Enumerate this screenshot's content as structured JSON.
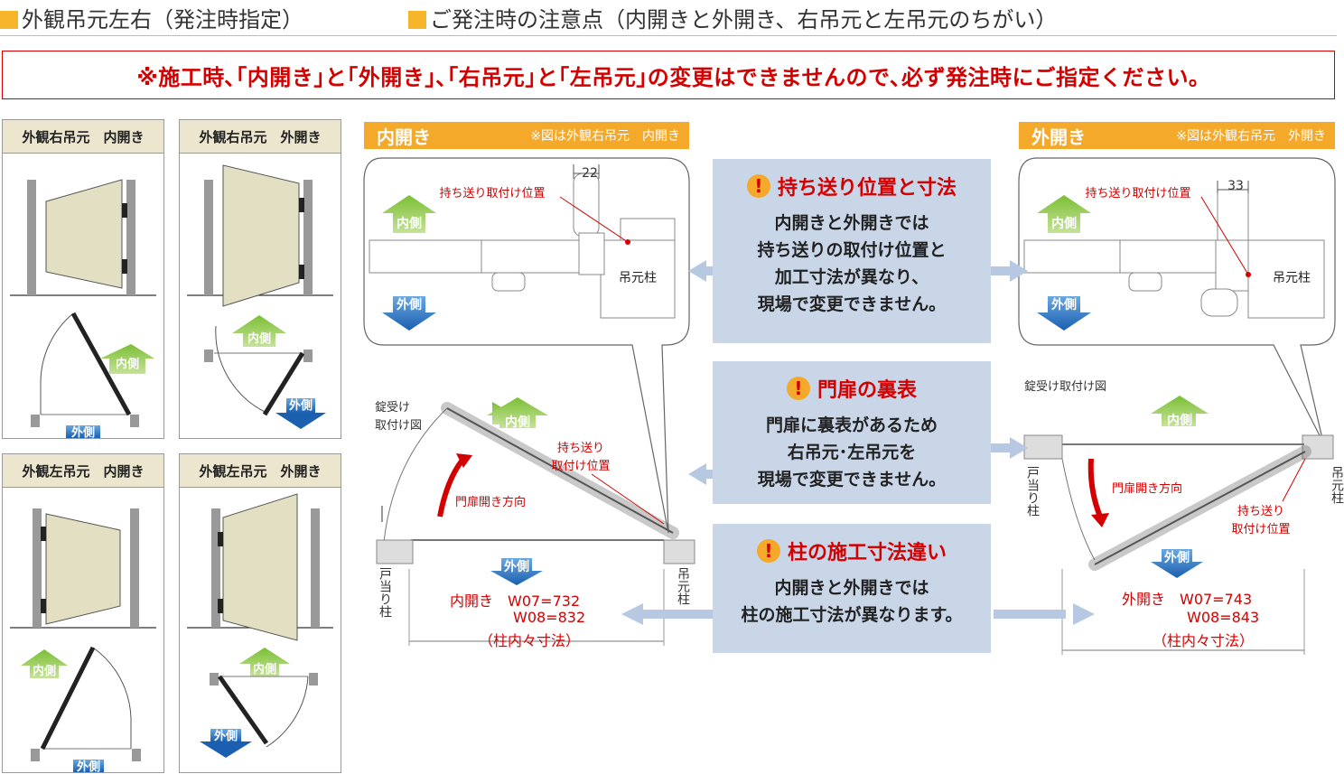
{
  "header": {
    "left_title": "外観吊元左右（発注時指定）",
    "right_title": "ご発注時の注意点（内開きと外開き、右吊元と左吊元のちがい）"
  },
  "notice": "※施工時､｢内開き｣と｢外開き｣､｢右吊元｣と｢左吊元｣の変更はできませんので､必ず発注時にご指定ください｡",
  "panels": [
    {
      "title": "外観右吊元　内開き",
      "inner": "内側",
      "outer": "外側"
    },
    {
      "title": "外観右吊元　外開き",
      "inner": "内側",
      "outer": "外側"
    },
    {
      "title": "外観左吊元　内開き",
      "inner": "内側",
      "outer": "外側"
    },
    {
      "title": "外観左吊元　外開き",
      "inner": "内側",
      "outer": "外側"
    }
  ],
  "inward": {
    "bar_title": "内開き",
    "bar_note": "※図は外観右吊元　内開き",
    "dim": "22",
    "carry_label": "持ち送り取付け位置",
    "inner": "内側",
    "outer": "外側",
    "post": "吊元柱",
    "lock_label_1": "錠受け",
    "lock_label_2": "取付け図",
    "carry_label_1": "持ち送り",
    "carry_label_2": "取付け位置",
    "direction": "門扉開き方向",
    "stop_post": "戸当り柱",
    "hinge_post": "吊元柱",
    "dims_line1": "内開き　W07=732",
    "dims_line2": "W08=832",
    "dims_line3": "（柱内々寸法）"
  },
  "outward": {
    "bar_title": "外開き",
    "bar_note": "※図は外観右吊元　外開き",
    "dim": "33",
    "carry_label": "持ち送り取付け位置",
    "inner": "内側",
    "outer": "外側",
    "post": "吊元柱",
    "lock_label": "錠受け取付け図",
    "carry_label_1": "持ち送り",
    "carry_label_2": "取付け位置",
    "direction": "門扉開き方向",
    "stop_post": "戸当り柱",
    "hinge_post": "吊元柱",
    "dims_line1": "外開き　W07=743",
    "dims_line2": "W08=843",
    "dims_line3": "（柱内々寸法）"
  },
  "info_boxes": [
    {
      "title": "持ち送り位置と寸法",
      "lines": [
        "内開きと外開きでは",
        "持ち送りの取付け位置と",
        "加工寸法が異なり、",
        "現場で変更できません。"
      ]
    },
    {
      "title": "門扉の裏表",
      "lines": [
        "門扉に裏表があるため",
        "右吊元･左吊元を",
        "現場で変更できません。"
      ]
    },
    {
      "title": "柱の施工寸法違い",
      "lines": [
        "内開きと外開きでは",
        "柱の施工寸法が異なります。"
      ]
    }
  ],
  "colors": {
    "accent": "#f4a92a",
    "red": "#d40000",
    "box": "#c9d6e8",
    "arrow_blue": "#1a6fc0",
    "arrow_green": "#8cc63f",
    "door": "#e3dfc2"
  }
}
